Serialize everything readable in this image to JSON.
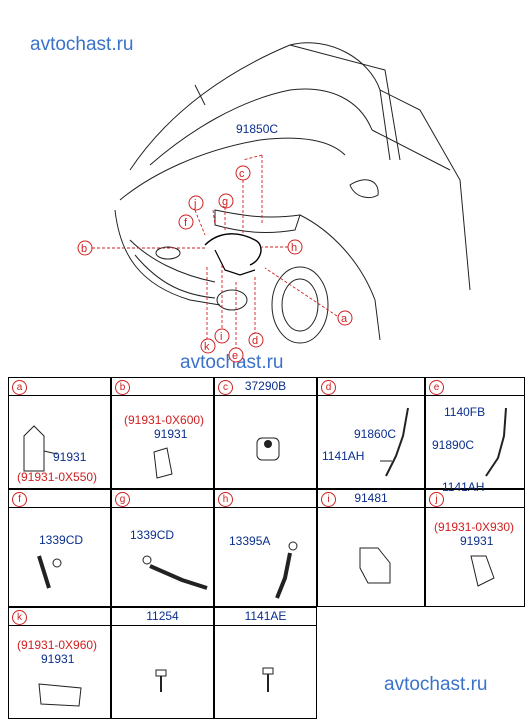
{
  "watermark": "avtochast.ru",
  "overview": {
    "main_part_no": "91850C",
    "callouts": [
      "a",
      "b",
      "c",
      "d",
      "e",
      "f",
      "g",
      "h",
      "i",
      "j",
      "k"
    ]
  },
  "cells": [
    {
      "letter": "a",
      "header_part": "",
      "labels": [
        "91931",
        "(91931-0X550)"
      ]
    },
    {
      "letter": "b",
      "header_part": "",
      "labels": [
        "(91931-0X600)",
        "91931"
      ]
    },
    {
      "letter": "c",
      "header_part": "37290B",
      "labels": []
    },
    {
      "letter": "d",
      "header_part": "",
      "labels": [
        "91860C",
        "1141AH"
      ]
    },
    {
      "letter": "e",
      "header_part": "",
      "labels": [
        "1140FB",
        "91890C",
        "1141AH"
      ]
    },
    {
      "letter": "f",
      "header_part": "",
      "labels": [
        "1339CD"
      ]
    },
    {
      "letter": "g",
      "header_part": "",
      "labels": [
        "1339CD"
      ]
    },
    {
      "letter": "h",
      "header_part": "",
      "labels": [
        "13395A"
      ]
    },
    {
      "letter": "i",
      "header_part": "91481",
      "labels": []
    },
    {
      "letter": "j",
      "header_part": "",
      "labels": [
        "(91931-0X930)",
        "91931"
      ]
    },
    {
      "letter": "k",
      "header_part": "",
      "labels": [
        "(91931-0X960)",
        "91931"
      ]
    },
    {
      "letter": "",
      "header_part": "11254",
      "labels": []
    },
    {
      "letter": "",
      "header_part": "1141AE",
      "labels": []
    }
  ],
  "colors": {
    "callout": "#d02020",
    "part_no": "#0a2e8c",
    "watermark": "#3a72c9"
  }
}
